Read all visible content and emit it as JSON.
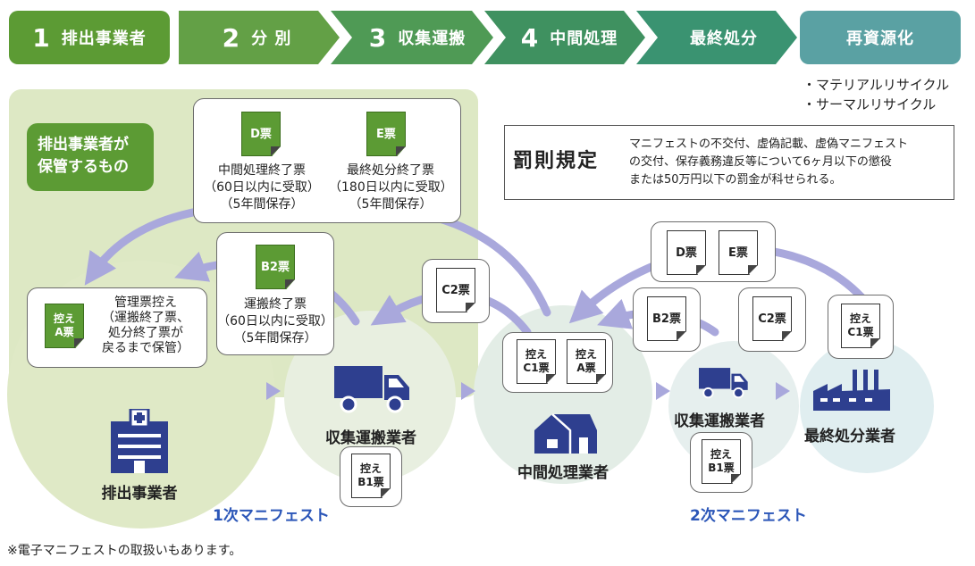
{
  "steps": [
    {
      "num": "1",
      "label": "排出事業者",
      "color": "#5c9b34"
    },
    {
      "num": "2",
      "label": "分 別",
      "color": "#63a046"
    },
    {
      "num": "3",
      "label": "収集運搬",
      "color": "#4f9a55"
    },
    {
      "num": "4",
      "label": "中間処理",
      "color": "#3f9160"
    },
    {
      "num": "",
      "label": "最終処分",
      "color": "#3a9371"
    },
    {
      "num": "",
      "label": "再資源化",
      "color": "#5aa1a3"
    }
  ],
  "recycling_types": [
    "・マテリアルリサイクル",
    "・サーマルリサイクル"
  ],
  "penalty": {
    "title": "罰則規定",
    "lines": [
      "マニフェストの不交付、虚偽記載、虚偽マニフェスト",
      "の交付、保存義務違反等について6ヶ月以下の懲役",
      "または50万円以下の罰金が科せられる。"
    ]
  },
  "keep_label": [
    "排出事業者が",
    "保管するもの"
  ],
  "d_box": {
    "doc": "D票",
    "lines": [
      "中間処理終了票",
      "（60日以内に受取）",
      "（5年間保存）"
    ]
  },
  "e_box": {
    "doc": "E票",
    "lines": [
      "最終処分終了票",
      "（180日以内に受取）",
      "（5年間保存）"
    ]
  },
  "b2_box": {
    "doc": "B2票",
    "lines": [
      "運搬終了票",
      "（60日以内に受取）",
      "（5年間保存）"
    ]
  },
  "a_box": {
    "doc": [
      "控え",
      "A票"
    ],
    "lines": [
      "管理票控え",
      "（運搬終了票、",
      "処分終了票が",
      "戻るまで保管）"
    ]
  },
  "docs": {
    "c2_first": "C2票",
    "c1_copy": [
      "控え",
      "C1票"
    ],
    "a_copy": [
      "控え",
      "A票"
    ],
    "b1_copy_first": [
      "控え",
      "B1票"
    ],
    "d_second": "D票",
    "e_second": "E票",
    "b2_second": "B2票",
    "c2_second": "C2票",
    "c1_copy_second": [
      "控え",
      "C1票"
    ],
    "b1_copy_second": [
      "控え",
      "B1票"
    ]
  },
  "actors": {
    "emitter": "排出事業者",
    "collector1": "収集運搬業者",
    "intermediate": "中間処理業者",
    "collector2": "収集運搬業者",
    "final": "最終処分業者"
  },
  "manifest_labels": {
    "first": "1次マニフェスト",
    "second": "2次マニフェスト"
  },
  "footnote": "※電子マニフェストの取扱いもあります。",
  "colors": {
    "accent_blue": "#2b56b8",
    "icon_blue": "#2e3f8f",
    "arrow_purple": "#a9a8dc",
    "region_green": "#dde8c4"
  }
}
